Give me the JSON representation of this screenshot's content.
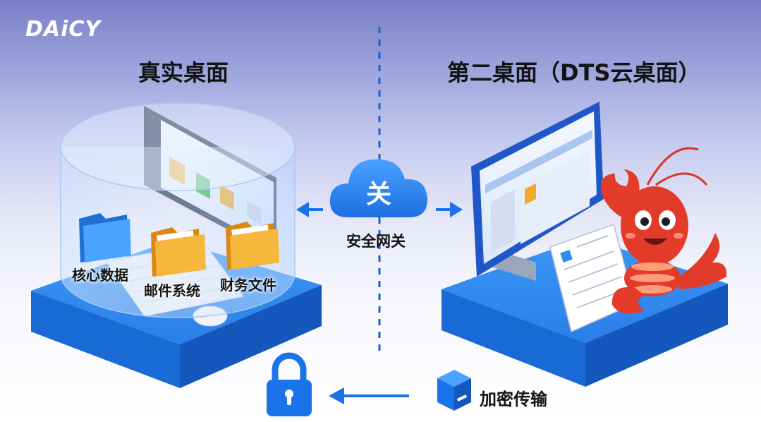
{
  "brand": {
    "logo_text": "DAiCY"
  },
  "left": {
    "title": "真实桌面",
    "folders": [
      {
        "label": "核心数据",
        "color": "#2e8ff2"
      },
      {
        "label": "邮件系统",
        "color": "#f1a92a"
      },
      {
        "label": "财务文件",
        "color": "#f1a92a"
      }
    ]
  },
  "right": {
    "title": "第二桌面（DTS云桌面）"
  },
  "gateway": {
    "cloud_char": "关",
    "label": "安全网关"
  },
  "encryption": {
    "label": "加密传输"
  },
  "colors": {
    "platform_top": "#2f8cf0",
    "platform_side": "#1769d6",
    "accent_blue": "#1a73e8",
    "dashed_line": "#1a5fd0",
    "lobster": "#e23b2a",
    "folder_yellow": "#f1a92a"
  },
  "icons": [
    "lock-icon",
    "package-icon",
    "cloud-icon",
    "arrow-left-icon",
    "arrow-right-icon",
    "lobster-mascot"
  ]
}
